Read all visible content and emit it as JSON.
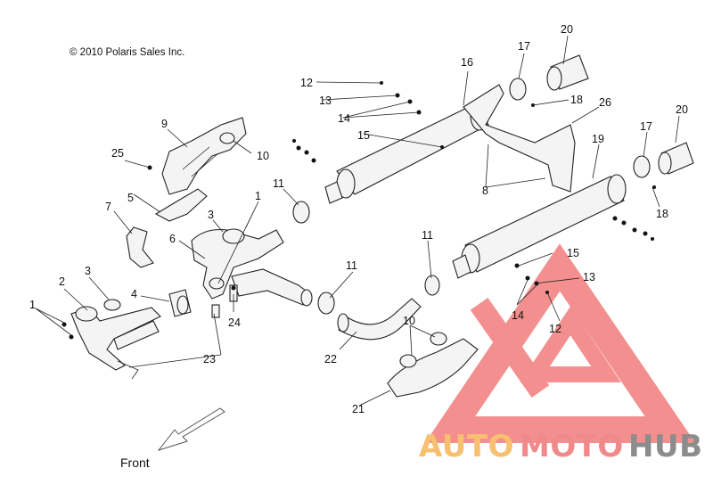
{
  "copyright": "© 2010 Polaris Sales Inc.",
  "direction_label": "Front",
  "callouts": [
    "1",
    "2",
    "3",
    "4",
    "5",
    "6",
    "7",
    "8",
    "9",
    "10",
    "11",
    "12",
    "13",
    "14",
    "15",
    "16",
    "17",
    "18",
    "19",
    "20",
    "21",
    "22",
    "23",
    "24",
    "25",
    "26"
  ],
  "watermark": {
    "text_part1": "AUTO",
    "text_part2": "MOTO",
    "text_part3": "HUB",
    "color_part1": "#f7c070",
    "color_part2": "#f08a8a",
    "color_part3": "#8c8c8c",
    "logo_color": "#f06a6a"
  }
}
